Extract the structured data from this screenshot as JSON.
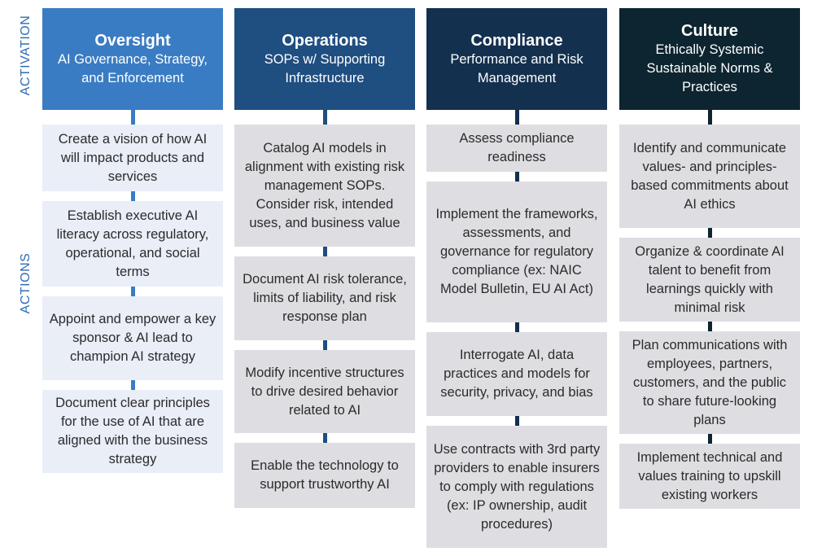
{
  "side_labels": {
    "activation": "ACTIVATION",
    "actions": "ACTIONS"
  },
  "columns": [
    {
      "title": "Oversight",
      "subtitle": "AI Governance, Strategy, and Enforcement",
      "header_color": "#3a7cc3",
      "connector_color": "#3a7cc3",
      "card_color": "#e9eef7",
      "actions": [
        "Create a vision of how AI will impact products and services",
        "Establish executive AI literacy across regulatory, operational, and social terms",
        "Appoint and empower a key sponsor & AI lead to champion AI strategy",
        "Document clear principles for the use of AI that are aligned with the business strategy"
      ]
    },
    {
      "title": "Operations",
      "subtitle": "SOPs w/ Supporting Infrastructure",
      "header_color": "#1f4e80",
      "connector_color": "#1f4e80",
      "card_color": "#dedee2",
      "actions": [
        "Catalog AI models in alignment with existing risk management SOPs. Consider risk, intended uses, and business value",
        "Document AI risk tolerance, limits of liability, and risk response plan",
        "Modify incentive structures to drive desired behavior related to AI",
        "Enable the technology to support trustworthy AI"
      ]
    },
    {
      "title": "Compliance",
      "subtitle": "Performance and Risk Management",
      "header_color": "#13304f",
      "connector_color": "#13304f",
      "card_color": "#dedee2",
      "actions": [
        "Assess compliance readiness",
        "Implement the frameworks, assessments, and governance for regulatory compliance (ex: NAIC Model Bulletin, EU AI Act)",
        "Interrogate AI, data practices and models for security, privacy, and bias",
        "Use contracts with 3rd party providers to enable insurers to comply with regulations (ex: IP ownership, audit procedures)"
      ]
    },
    {
      "title": "Culture",
      "subtitle": "Ethically Systemic Sustainable Norms & Practices",
      "header_color": "#0d2530",
      "connector_color": "#0d2530",
      "card_color": "#dedee2",
      "actions": [
        "Identify and communicate values- and principles-based commitments about AI ethics",
        "Organize & coordinate AI talent to benefit from learnings quickly with minimal risk",
        "Plan communications with employees, partners, customers, and the public to share future-looking plans",
        "Implement technical and values training to upskill existing workers"
      ]
    }
  ]
}
